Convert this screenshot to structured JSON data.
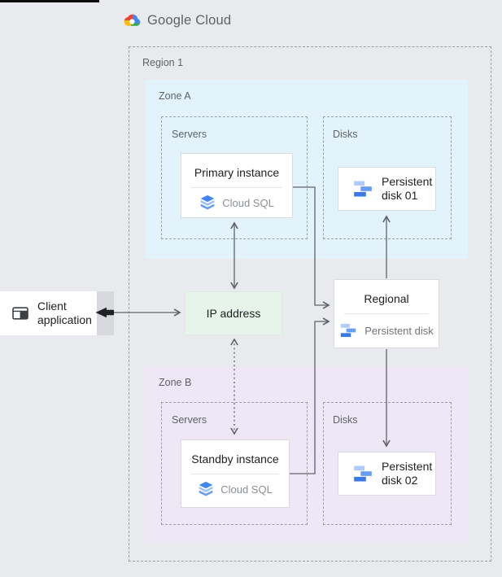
{
  "header": {
    "logo_text": "Google Cloud"
  },
  "region": {
    "label": "Region 1"
  },
  "zone_a": {
    "label": "Zone A",
    "servers_label": "Servers",
    "disks_label": "Disks",
    "primary_instance": {
      "title": "Primary instance",
      "product": "Cloud SQL"
    },
    "disk01_label": "Persistent disk 01"
  },
  "zone_b": {
    "label": "Zone B",
    "servers_label": "Servers",
    "disks_label": "Disks",
    "standby_instance": {
      "title": "Standby instance",
      "product": "Cloud SQL"
    },
    "disk02_label": "Persistent disk 02"
  },
  "ip_address": {
    "label": "IP address"
  },
  "regional_disk": {
    "title": "Regional",
    "subtitle": "Persistent disk"
  },
  "client": {
    "label": "Client application"
  },
  "colors": {
    "page_bg": "#e8eaed",
    "zone_a_bg": "#e2f3fc",
    "zone_b_bg": "#ede7f6",
    "ip_bg": "#e6f4ea",
    "arrow": "#5f6368",
    "blue_dark": "#4285f4",
    "blue_mid": "#669df6",
    "blue_light": "#aecbfa",
    "logo_red": "#ea4335",
    "logo_yellow": "#fbbc04",
    "logo_green": "#34a853",
    "logo_blue": "#4285f4"
  }
}
